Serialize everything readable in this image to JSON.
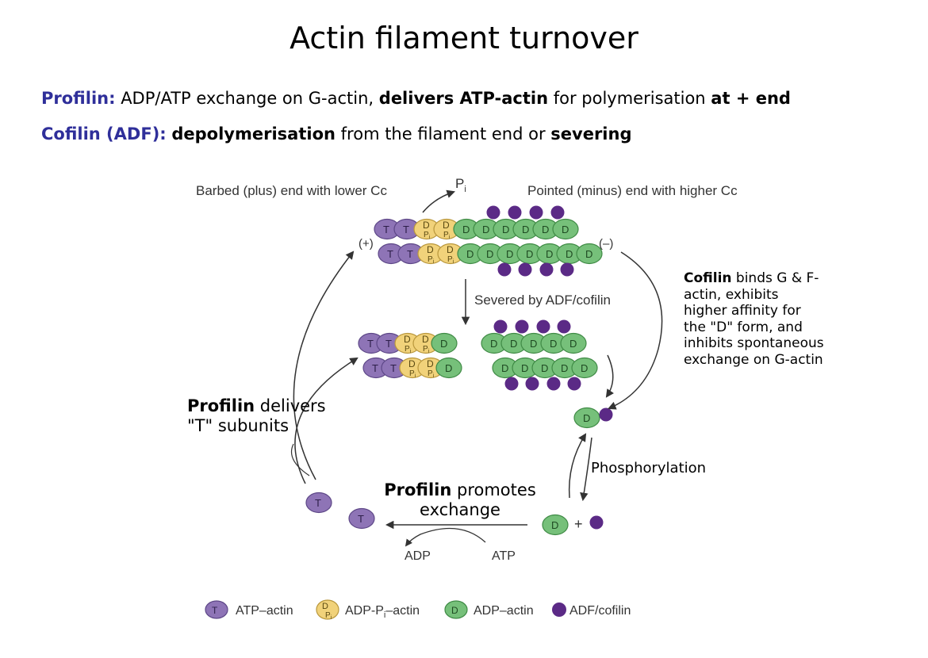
{
  "title": "Actin filament turnover",
  "definitions": {
    "profilin": {
      "term": "Profilin:",
      "part1": "ADP/ATP exchange on G-actin,",
      "part2": "delivers ATP-actin",
      "part3": "for polymerisation",
      "part4": "at + end"
    },
    "cofilin": {
      "term": "Cofilin (ADF):",
      "part1": "depolymerisation",
      "part2": "from the filament end or",
      "part3": "severing"
    }
  },
  "diagram": {
    "barbed_label": "Barbed (plus) end with lower Cc",
    "pointed_label": "Pointed (minus) end with higher Cc",
    "pi_main": "P",
    "pi_sub": "i",
    "plus": "(+)",
    "minus": "(–)",
    "severed_label": "Severed by ADF/cofilin",
    "phosphorylation": "Phosphorylation",
    "adp": "ADP",
    "atp": "ATP",
    "plus_sign": "+",
    "letter_t": "T",
    "letter_d": "D",
    "profilin_delivers_bold": "Profilin",
    "profilin_delivers_rest": " delivers",
    "profilin_delivers_line2": "\"T\" subunits",
    "profilin_promotes_bold": "Profilin",
    "profilin_promotes_rest": " promotes",
    "profilin_promotes_line2": "exchange",
    "cofilin_note_bold": "Cofilin",
    "cofilin_note_lines": [
      " binds G & F-",
      "actin, exhibits",
      "higher affinity for",
      "the \"D\" form, and",
      "inhibits spontaneous",
      "exchange on G-actin"
    ]
  },
  "legend": {
    "atp_actin": "ATP–actin",
    "adp_pi_pre": "ADP-P",
    "adp_pi_sub": "i",
    "adp_pi_post": "–actin",
    "adp_actin": "ADP–actin",
    "cofilin": "ADF/cofilin"
  },
  "colors": {
    "atp_actin": "#8e74b6",
    "adp_pi_actin": "#f1d27a",
    "adp_actin": "#76c07a",
    "cofilin": "#5b2a86",
    "term_blue": "#2f2f9a"
  }
}
